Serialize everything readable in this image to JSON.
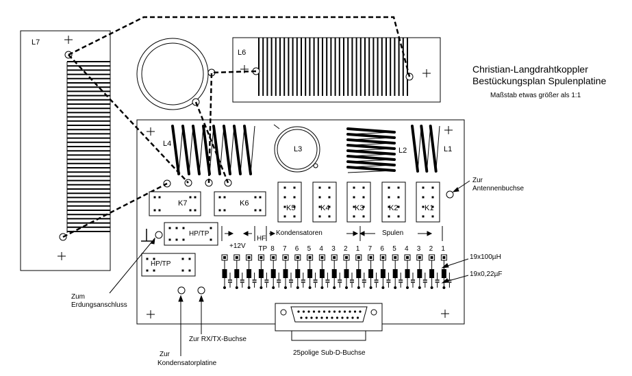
{
  "title": {
    "line1": "Christian-Langdrahtkoppler",
    "line2": "Bestückungsplan Spulenplatine",
    "scale": "Maßstab etwas größer als 1:1"
  },
  "coils": {
    "l7": "L7",
    "l6": "L6",
    "l4": "L4",
    "l3": "L3",
    "l2": "L2",
    "l1": "L1"
  },
  "relays": {
    "k7": "K7",
    "k6": "K6",
    "k5": "K5",
    "k4": "K4",
    "k3": "K3",
    "k2": "K2",
    "k1": "K1",
    "hptp1": "HP/TP",
    "hptp2": "HP/TP"
  },
  "connections": {
    "antenna_line1": "Zur",
    "antenna_line2": "Antennenbuchse",
    "ground_line1": "Zum",
    "ground_line2": "Erdungsanschluss",
    "rxtx": "Zur RX/TX-Buchse",
    "capboard_line1": "Zur",
    "capboard_line2": "Kondensatorplatine",
    "subd": "25polige Sub-D-Buchse"
  },
  "groups": {
    "plus12v": "+12V",
    "hf": "HF",
    "kondensatoren": "Kondensatoren",
    "spulen": "Spulen"
  },
  "pins": [
    "TP",
    "8",
    "7",
    "6",
    "5",
    "4",
    "3",
    "2",
    "1",
    "7",
    "6",
    "5",
    "4",
    "3",
    "2",
    "1"
  ],
  "components": {
    "inductors": "19x100µH",
    "capacitors": "19x0,22µF"
  }
}
